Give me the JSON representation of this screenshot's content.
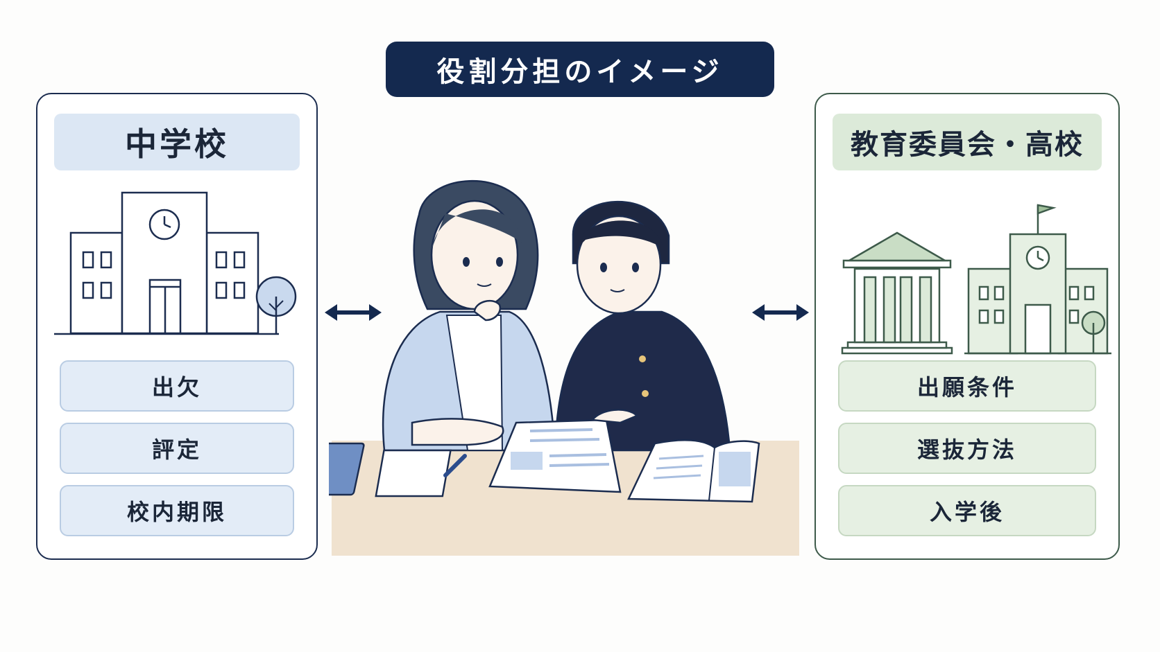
{
  "title": "役割分担のイメージ",
  "left_panel": {
    "header": "中学校",
    "items": [
      "出欠",
      "評定",
      "校内期限"
    ]
  },
  "right_panel": {
    "header": "教育委員会・高校",
    "items": [
      "出願条件",
      "選抜方法",
      "入学後"
    ]
  },
  "icons": {
    "left_building": "school-building-icon",
    "right_government": "government-building-icon",
    "right_school": "high-school-building-icon",
    "arrows": "double-arrow-icon"
  },
  "colors": {
    "navy": "#14294f",
    "blue_tint": "#dce7f4",
    "green_tint": "#dcead9",
    "desk": "#f0e2cf"
  }
}
